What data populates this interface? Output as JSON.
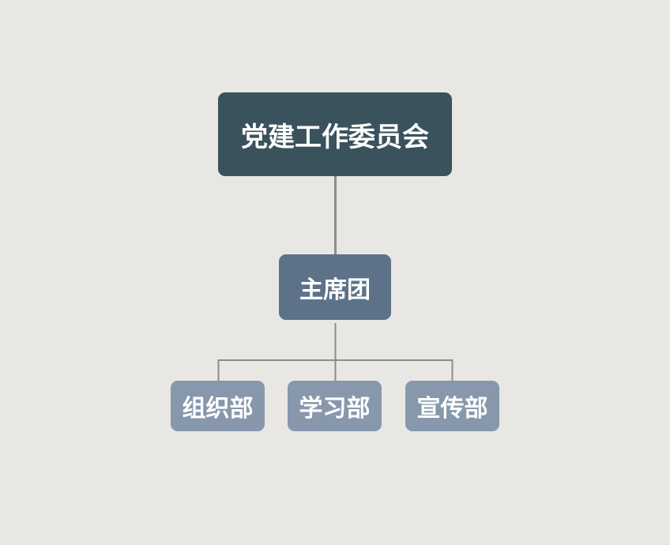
{
  "diagram": {
    "root": {
      "label": "党建工作委员会"
    },
    "middle": {
      "label": "主席团"
    },
    "children": [
      {
        "label": "组织部"
      },
      {
        "label": "学习部"
      },
      {
        "label": "宣传部"
      }
    ]
  },
  "colors": {
    "background": "#e9e7e3",
    "root_fill": "#3a525c",
    "middle_fill": "#5d7289",
    "leaf_fill": "#8798ac",
    "connector": "#8c8c8c",
    "text": "#ffffff"
  }
}
